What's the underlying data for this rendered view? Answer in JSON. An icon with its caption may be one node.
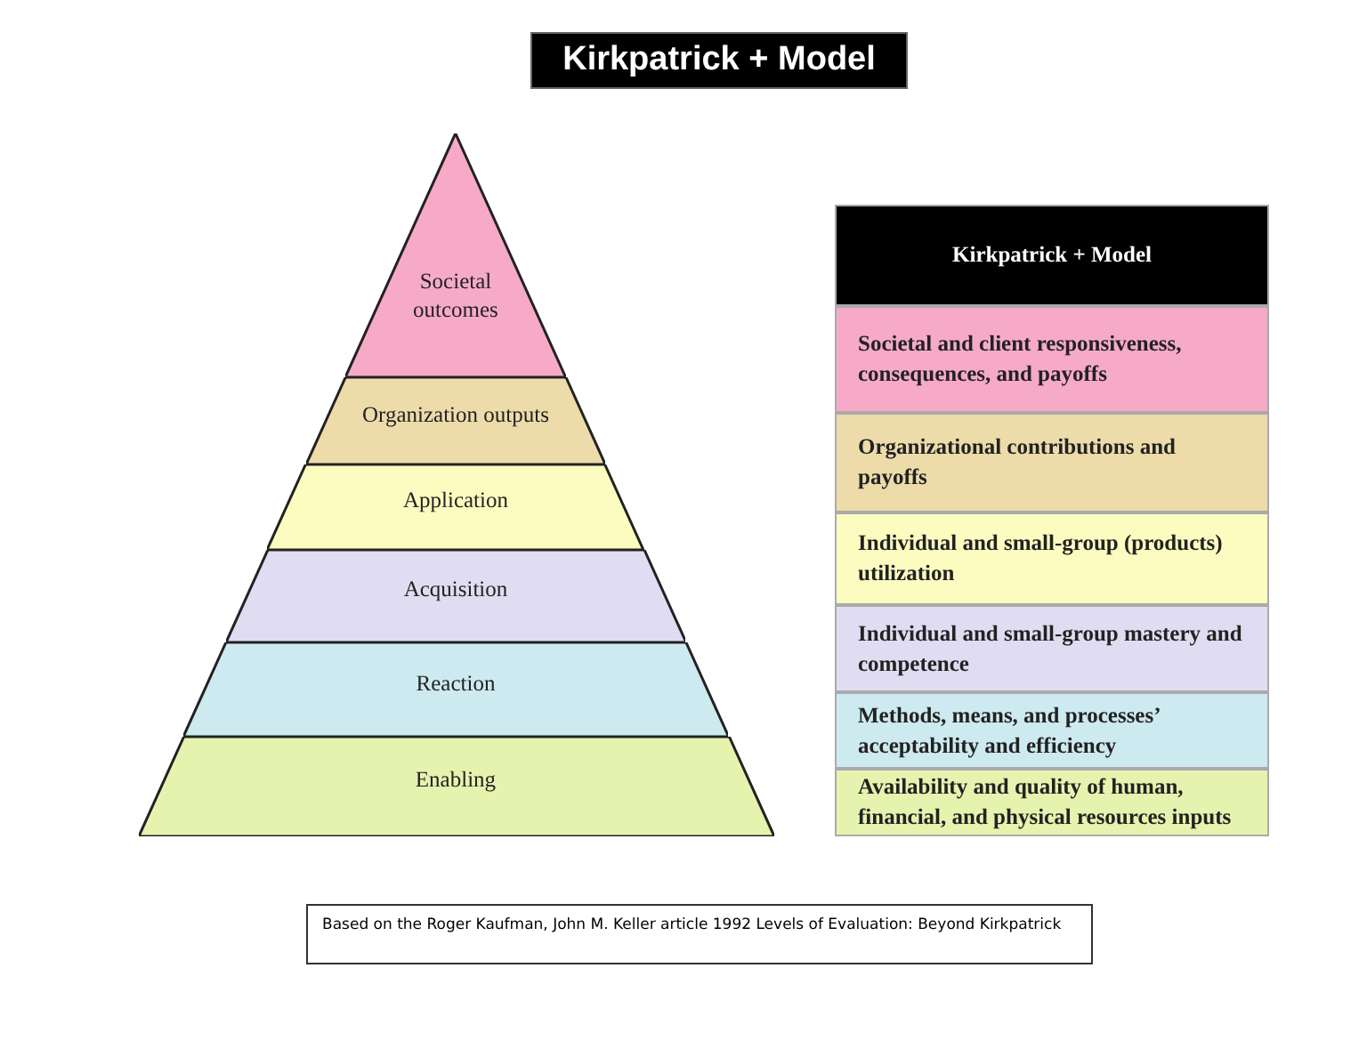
{
  "diagram": {
    "title": "Kirkpatrick + Model",
    "nodes": [
      {
        "text": [
          "Societal outcomes"
        ]
      },
      {
        "text": [
          "Organization outputs"
        ]
      },
      {
        "text": [
          "Application"
        ]
      },
      {
        "text": [
          "Acquisition"
        ]
      },
      {
        "text": [
          "Reaction"
        ]
      },
      {
        "text": [
          "Enabling"
        ]
      },
      {
        "text": [
          "Kirkpatrick + Model"
        ]
      },
      {
        "text": [
          "Societal and client responsiveness, consequences, and payoffs"
        ]
      },
      {
        "text": [
          "Organizational contributions and payoffs"
        ]
      },
      {
        "text": [
          "Individual and small-group (products) utilization"
        ]
      },
      {
        "text": [
          "Individual and small-group mastery and competence"
        ]
      },
      {
        "text": [
          "Methods, means, and processes’ acceptability and efficiency"
        ]
      },
      {
        "text": [
          "Availability and quality of human, financial, and physical resources inputs"
        ]
      }
    ],
    "edges": [],
    "caption": "Based on the Roger Kaufman, John M. Keller article 1992 Levels of Evaluation: Beyond Kirkpatrick"
  }
}
